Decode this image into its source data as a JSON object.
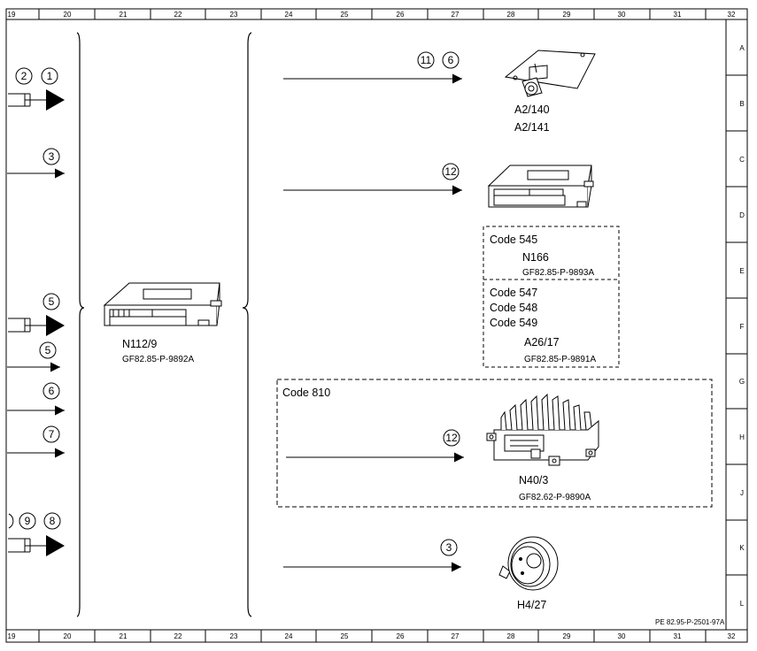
{
  "grid": {
    "columns": [
      "19",
      "20",
      "21",
      "22",
      "23",
      "24",
      "25",
      "26",
      "27",
      "28",
      "29",
      "30",
      "31",
      "32"
    ],
    "rows": [
      "A",
      "B",
      "C",
      "D",
      "E",
      "F",
      "G",
      "H",
      "J",
      "K",
      "L"
    ]
  },
  "left_inputs": {
    "b1": "2",
    "b2": "1",
    "b3": "3",
    "b4": "5",
    "b5": "5",
    "b6": "6",
    "b7": "7",
    "b8": "9",
    "b9": "8"
  },
  "center_module": {
    "label": "N112/9",
    "ref": "GF82.85-P-9892A"
  },
  "outputs": {
    "antenna": {
      "b1": "11",
      "b2": "6",
      "label1": "A2/140",
      "label2": "A2/141"
    },
    "control_unit": {
      "b1": "12"
    },
    "code545_box": {
      "code": "Code 545",
      "label": "N166",
      "ref": "GF82.85-P-9893A"
    },
    "code547_box": {
      "code1": "Code 547",
      "code2": "Code 548",
      "code3": "Code 549",
      "label": "A26/17",
      "ref": "GF82.85-P-9891A"
    },
    "code810_box": {
      "code": "Code 810",
      "b1": "12",
      "label": "N40/3",
      "ref": "GF82.62-P-9890A"
    },
    "horn": {
      "b1": "3",
      "label": "H4/27"
    }
  },
  "footer": {
    "part_number": "PE 82.95-P-2501-97A"
  },
  "colors": {
    "line": "#000000",
    "background": "#ffffff"
  }
}
